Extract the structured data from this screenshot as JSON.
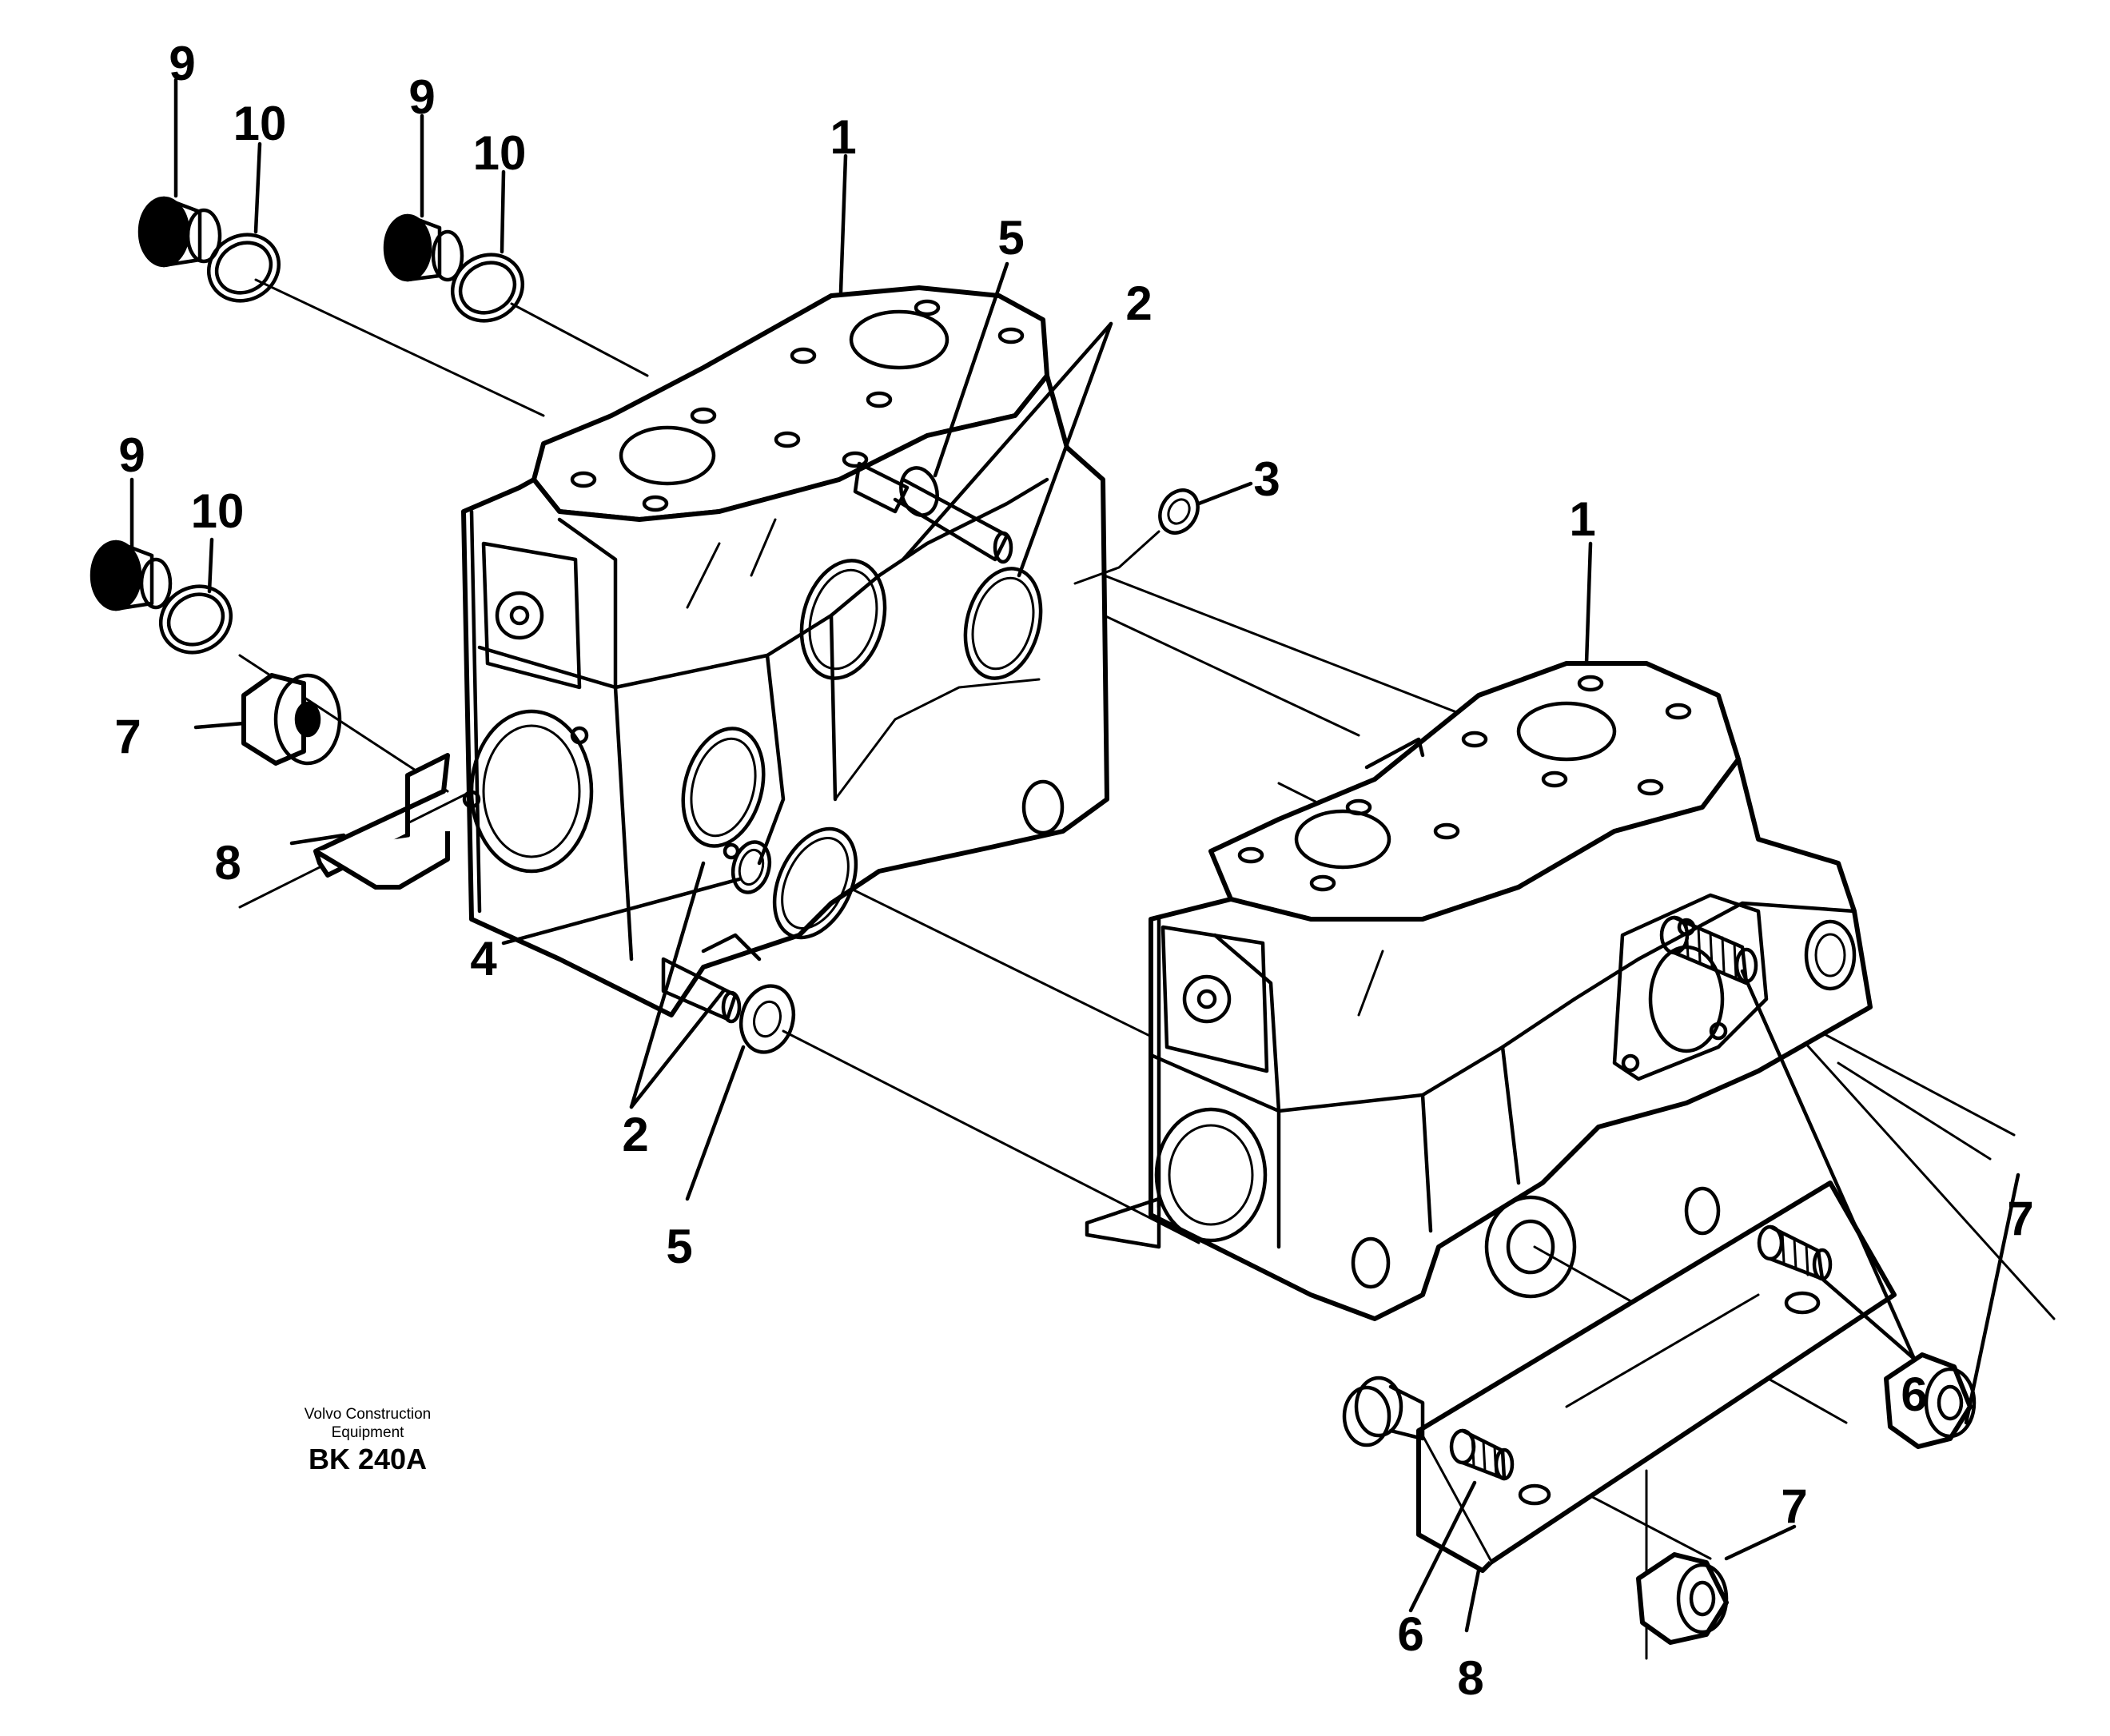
{
  "callouts": {
    "c9a": "9",
    "c10a": "10",
    "c9b": "9",
    "c10b": "10",
    "c9c": "9",
    "c10c": "10",
    "c1a": "1",
    "c5a": "5",
    "c2a": "2",
    "c3": "3",
    "c1b": "1",
    "c7a": "7",
    "c8a": "8",
    "c4": "4",
    "c2b": "2",
    "c5b": "5",
    "c7b": "7",
    "c6a": "6",
    "c7c": "7",
    "c6b": "6",
    "c8b": "8"
  },
  "credit": {
    "line1": "Volvo Construction",
    "line2": "Equipment",
    "code": "BK 240A"
  }
}
